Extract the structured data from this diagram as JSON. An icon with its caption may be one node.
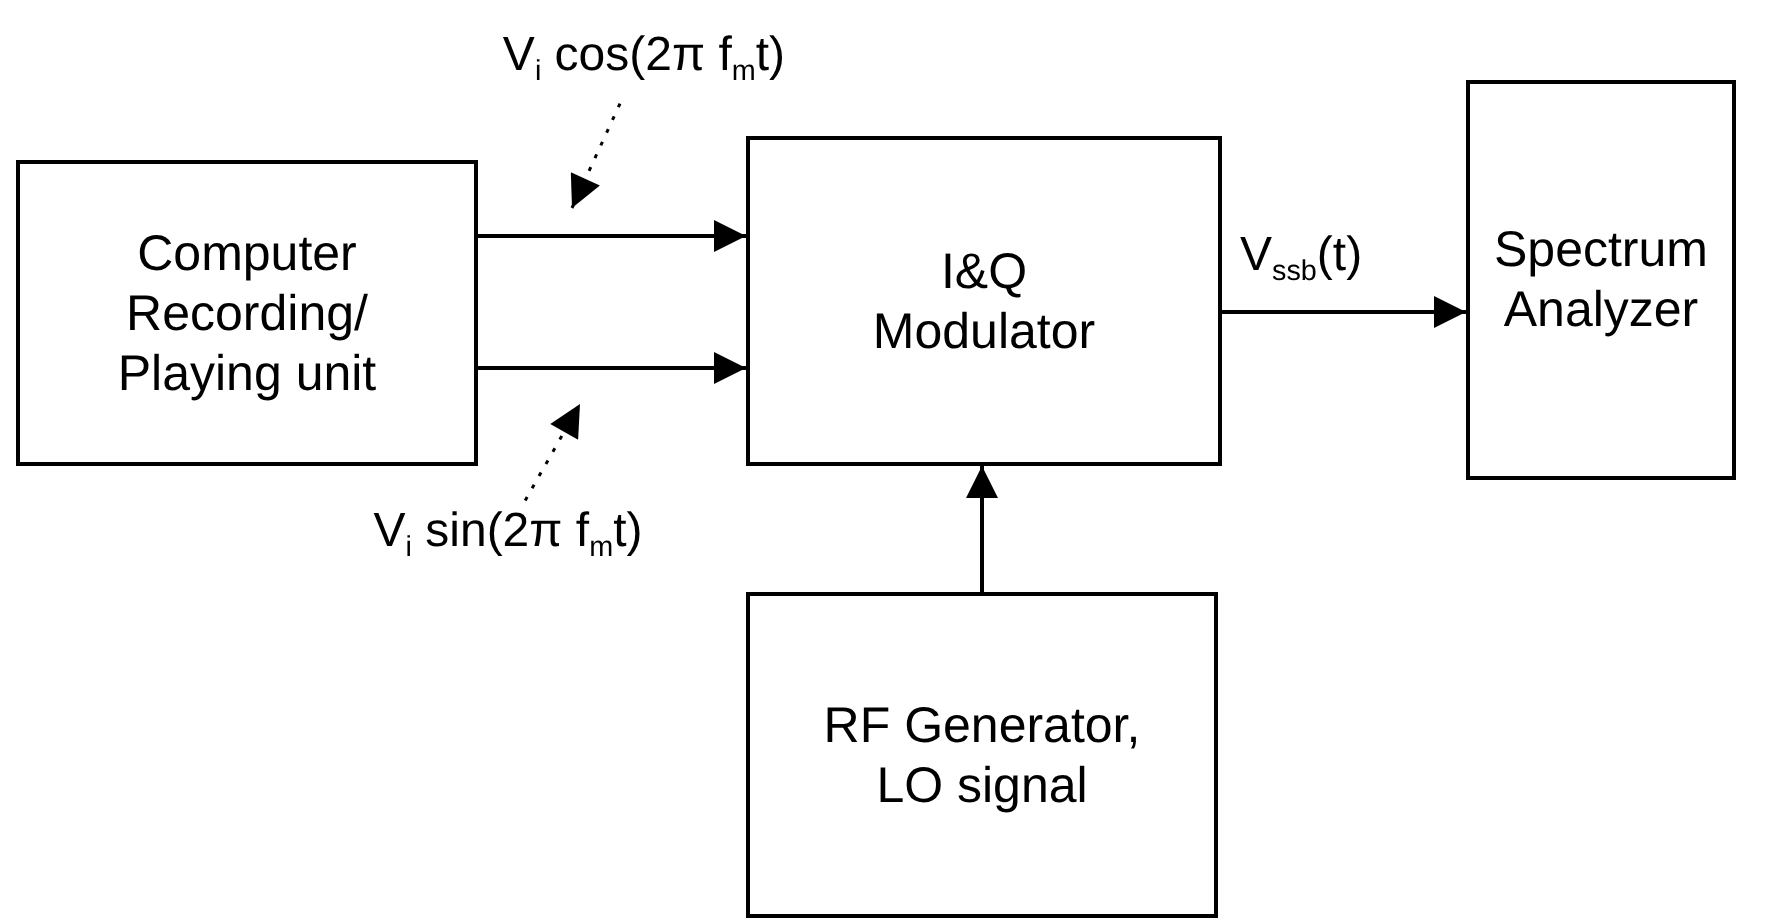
{
  "diagram": {
    "nodes": [
      {
        "text": [
          "Computer Recording/ Playing unit"
        ]
      },
      {
        "text": [
          "I&Q Modulator"
        ]
      },
      {
        "text": [
          "Spectrum Analyzer"
        ]
      },
      {
        "text": [
          "RF Generator, LO signal"
        ]
      },
      {
        "text": [
          "V$_{i}$ cos(2π f$_{m}$t)"
        ]
      },
      {
        "text": [
          "V$_{i}$ sin(2π f$_{m}$t)"
        ]
      }
    ],
    "edges": [
      {
        "from": 0,
        "to": 1,
        "arrow": "to"
      },
      {
        "from": 0,
        "to": 1,
        "arrow": "to"
      },
      {
        "from": 1,
        "to": 2,
        "arrow": "to",
        "label": "V$_{ssb}$(t)"
      },
      {
        "from": 3,
        "to": 1,
        "arrow": "to"
      },
      {
        "from": 4,
        "to": null,
        "arrow": "to",
        "style": "dashed"
      },
      {
        "from": 5,
        "to": null,
        "arrow": "to",
        "style": "dashed"
      }
    ]
  }
}
